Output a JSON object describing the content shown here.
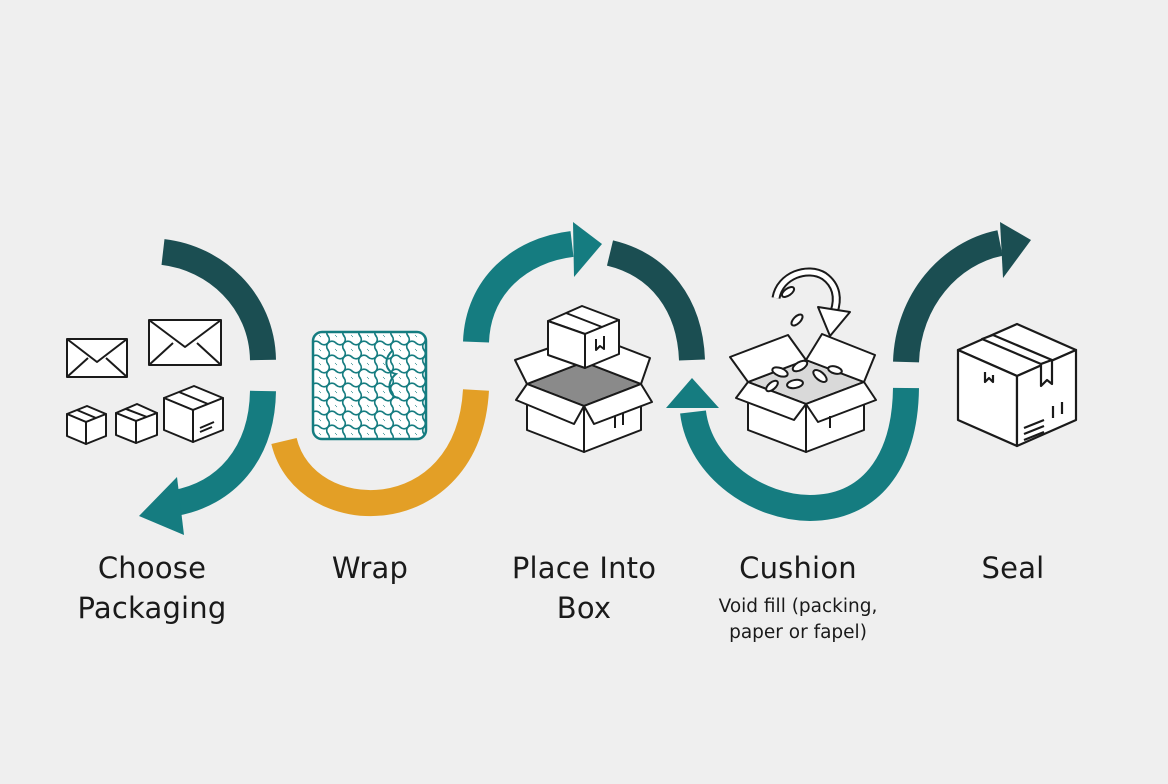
{
  "colors": {
    "background": "#efefef",
    "teal": "#157c80",
    "dark_teal": "#1b4e52",
    "orange": "#e39f26",
    "ink": "#1a1a1a"
  },
  "steps": [
    {
      "lines": [
        "Choose",
        "Packaging"
      ],
      "icon": "envelopes-and-boxes-icon"
    },
    {
      "lines": [
        "Wrap"
      ],
      "icon": "bubble-wrap-icon"
    },
    {
      "lines": [
        "Place Into",
        "Box"
      ],
      "icon": "box-into-open-box-icon"
    },
    {
      "lines": [
        "Cushion"
      ],
      "icon": "open-box-with-fill-icon",
      "sub": [
        "Void fill (packing,",
        "paper or fapel)"
      ]
    },
    {
      "lines": [
        "Seal"
      ],
      "icon": "sealed-box-icon"
    }
  ]
}
